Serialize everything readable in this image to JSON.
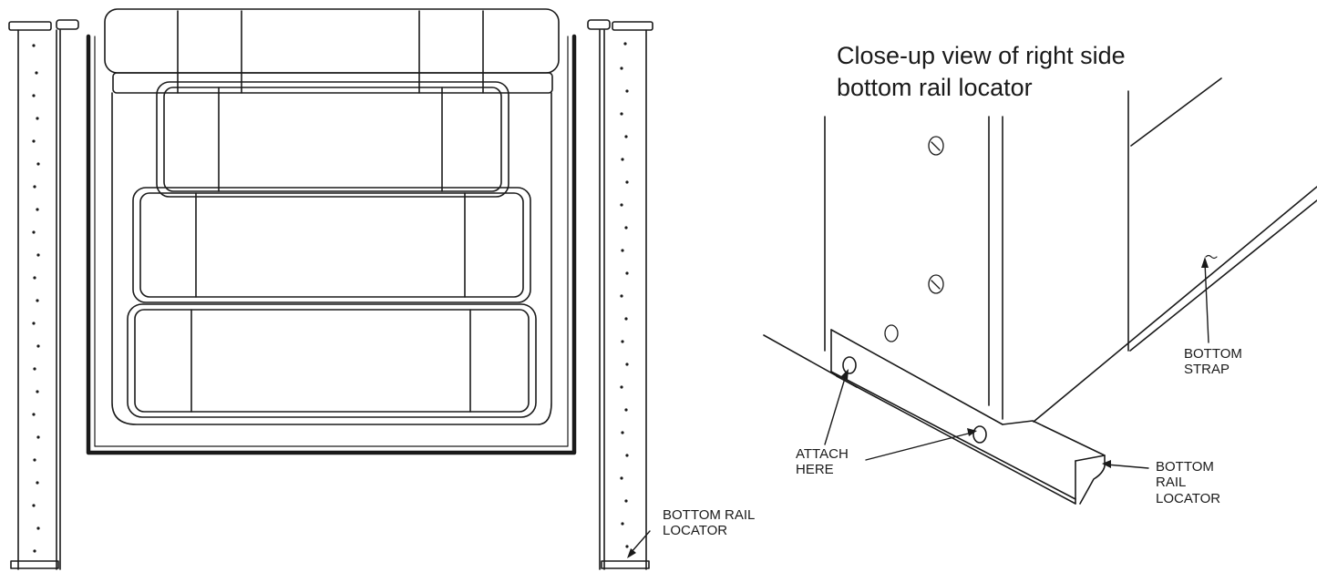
{
  "heading": {
    "line1": "Close-up view of right side",
    "line2": "bottom rail locator"
  },
  "labels": {
    "left_locator": "BOTTOM RAIL\nLOCATOR",
    "attach": "ATTACH\nHERE",
    "bottom_strap": "BOTTOM\nSTRAP",
    "right_locator": "BOTTOM\nRAIL\nLOCATOR"
  },
  "colors": {
    "ink": "#1a1a1a",
    "paper": "#ffffff"
  }
}
